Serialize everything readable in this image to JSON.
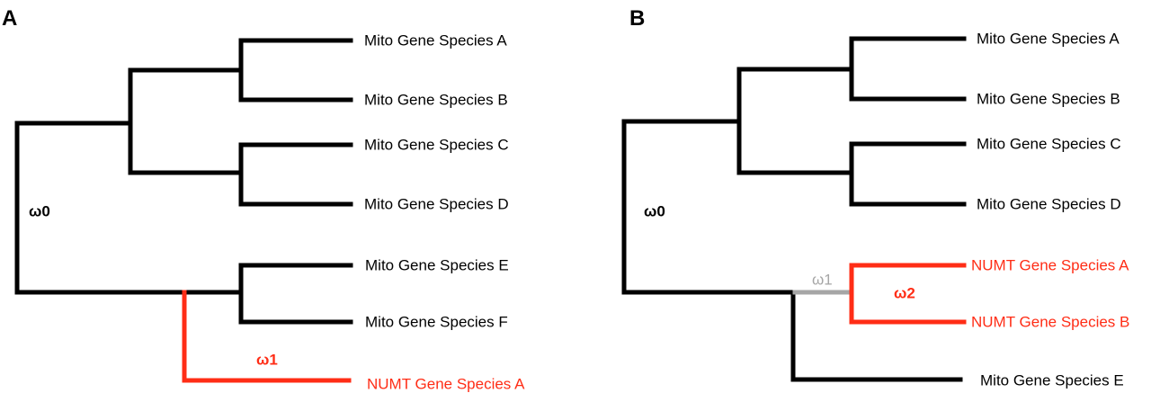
{
  "colors": {
    "mito": "#000000",
    "numt": "#ff2d16",
    "omega1_b": "#a6a6a6"
  },
  "panel_a": {
    "label": "A",
    "leaves": [
      "Mito Gene Species A",
      "Mito Gene Species B",
      "Mito Gene Species C",
      "Mito Gene Species D",
      "Mito Gene Species E",
      "Mito Gene Species F",
      "NUMT Gene Species A"
    ],
    "omega_labels": {
      "w0": "ω0",
      "w1": "ω1"
    }
  },
  "panel_b": {
    "label": "B",
    "leaves": [
      "Mito Gene Species A",
      "Mito Gene Species B",
      "Mito Gene Species C",
      "Mito Gene Species D",
      "NUMT Gene Species A",
      "NUMT Gene Species B",
      "Mito Gene Species E"
    ],
    "omega_labels": {
      "w0": "ω0",
      "w1": "ω1",
      "w2": "ω2"
    }
  }
}
